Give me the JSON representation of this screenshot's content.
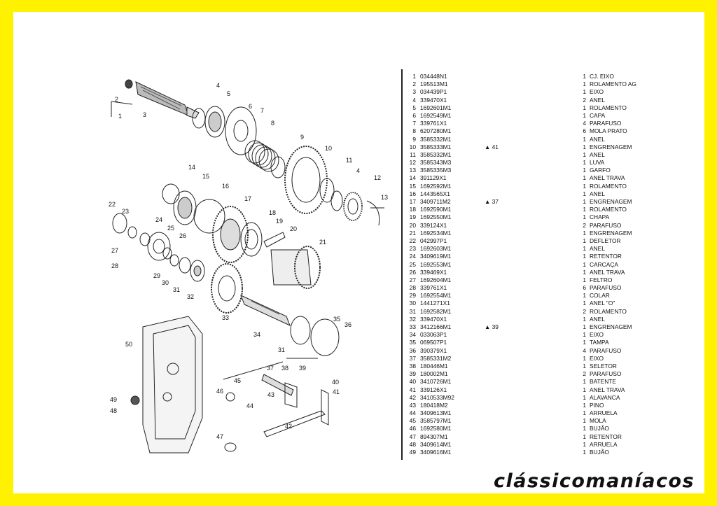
{
  "parts": [
    {
      "num": "1",
      "code": "034448N1",
      "qty": "1",
      "desc": "CJ. EIXO"
    },
    {
      "num": "2",
      "code": "195513M1",
      "qty": "1",
      "desc": "ROLAMENTO AG"
    },
    {
      "num": "3",
      "code": "034439P1",
      "qty": "1",
      "desc": "EIXO"
    },
    {
      "num": "4",
      "code": "339470X1",
      "qty": "2",
      "desc": "ANEL"
    },
    {
      "num": "5",
      "code": "1692601M1",
      "qty": "1",
      "desc": "ROLAMENTO"
    },
    {
      "num": "6",
      "code": "1692549M1",
      "qty": "1",
      "desc": "CAPA"
    },
    {
      "num": "7",
      "code": "339761X1",
      "qty": "4",
      "desc": "PARAFUSO"
    },
    {
      "num": "8",
      "code": "6207280M1",
      "qty": "6",
      "desc": "MOLA PRATO"
    },
    {
      "num": "9",
      "code": "3585332M1",
      "qty": "1",
      "desc": "ANEL"
    },
    {
      "num": "10",
      "code": "3585333M1",
      "ref": "41",
      "qty": "1",
      "desc": "ENGRENAGEM"
    },
    {
      "num": "11",
      "code": "3585332M1",
      "qty": "1",
      "desc": "ANEL"
    },
    {
      "num": "12",
      "code": "3585343M3",
      "qty": "1",
      "desc": "LUVA"
    },
    {
      "num": "13",
      "code": "3585335M3",
      "qty": "1",
      "desc": "GARFO"
    },
    {
      "num": "14",
      "code": "391129X1",
      "qty": "1",
      "desc": "ANEL TRAVA"
    },
    {
      "num": "15",
      "code": "1692592M1",
      "qty": "1",
      "desc": "ROLAMENTO"
    },
    {
      "num": "16",
      "code": "1443565X1",
      "qty": "1",
      "desc": "ANEL"
    },
    {
      "num": "17",
      "code": "3409711M2",
      "ref": "37",
      "qty": "1",
      "desc": "ENGRENAGEM"
    },
    {
      "num": "18",
      "code": "1692590M1",
      "qty": "1",
      "desc": "ROLAMENTO"
    },
    {
      "num": "19",
      "code": "1692550M1",
      "qty": "1",
      "desc": "CHAPA"
    },
    {
      "num": "20",
      "code": "339124X1",
      "qty": "2",
      "desc": "PARAFUSO"
    },
    {
      "num": "21",
      "code": "1692534M1",
      "qty": "1",
      "desc": "ENGRENAGEM"
    },
    {
      "num": "22",
      "code": "042997P1",
      "qty": "1",
      "desc": "DEFLETOR"
    },
    {
      "num": "23",
      "code": "1692603M1",
      "qty": "1",
      "desc": "ANEL"
    },
    {
      "num": "24",
      "code": "3409619M1",
      "qty": "1",
      "desc": "RETENTOR"
    },
    {
      "num": "25",
      "code": "1692553M1",
      "qty": "1",
      "desc": "CARCAÇA"
    },
    {
      "num": "26",
      "code": "339469X1",
      "qty": "1",
      "desc": "ANEL TRAVA"
    },
    {
      "num": "27",
      "code": "1692604M1",
      "qty": "1",
      "desc": "FELTRO"
    },
    {
      "num": "28",
      "code": "339761X1",
      "qty": "6",
      "desc": "PARAFUSO"
    },
    {
      "num": "29",
      "code": "1692554M1",
      "qty": "1",
      "desc": "COLAR"
    },
    {
      "num": "30",
      "code": "1441271X1",
      "qty": "1",
      "desc": "ANEL \"O\""
    },
    {
      "num": "31",
      "code": "1692582M1",
      "qty": "2",
      "desc": "ROLAMENTO"
    },
    {
      "num": "32",
      "code": "339470X1",
      "qty": "1",
      "desc": "ANEL"
    },
    {
      "num": "33",
      "code": "3412166M1",
      "ref": "39",
      "qty": "1",
      "desc": "ENGRENAGEM"
    },
    {
      "num": "34",
      "code": "033063P1",
      "qty": "1",
      "desc": "EIXO"
    },
    {
      "num": "35",
      "code": "069507P1",
      "qty": "1",
      "desc": "TAMPA"
    },
    {
      "num": "36",
      "code": "390379X1",
      "qty": "4",
      "desc": "PARAFUSO"
    },
    {
      "num": "37",
      "code": "3585331M2",
      "qty": "1",
      "desc": "EIXO"
    },
    {
      "num": "38",
      "code": "180446M1",
      "qty": "1",
      "desc": "SELETOR"
    },
    {
      "num": "39",
      "code": "180002M1",
      "qty": "2",
      "desc": "PARAFUSO"
    },
    {
      "num": "40",
      "code": "3410726M1",
      "qty": "1",
      "desc": "BATENTE"
    },
    {
      "num": "41",
      "code": "339126X1",
      "qty": "1",
      "desc": "ANEL TRAVA"
    },
    {
      "num": "42",
      "code": "3410533M92",
      "qty": "1",
      "desc": "ALAVANCA"
    },
    {
      "num": "43",
      "code": "180418M2",
      "qty": "1",
      "desc": "PINO"
    },
    {
      "num": "44",
      "code": "3409613M1",
      "qty": "1",
      "desc": "ARRUELA"
    },
    {
      "num": "45",
      "code": "3585797M1",
      "qty": "1",
      "desc": "MOLA"
    },
    {
      "num": "46",
      "code": "1692580M1",
      "qty": "1",
      "desc": "BUJÃO"
    },
    {
      "num": "47",
      "code": "894307M1",
      "qty": "1",
      "desc": "RETENTOR"
    },
    {
      "num": "48",
      "code": "3409614M1",
      "qty": "1",
      "desc": "ARRUELA"
    },
    {
      "num": "49",
      "code": "3409616M1",
      "qty": "1",
      "desc": "BUJÃO"
    }
  ],
  "brand": "clássicomaníacos",
  "colors": {
    "frame": "#fff200",
    "sheet": "#ffffff",
    "ink": "#111111"
  }
}
